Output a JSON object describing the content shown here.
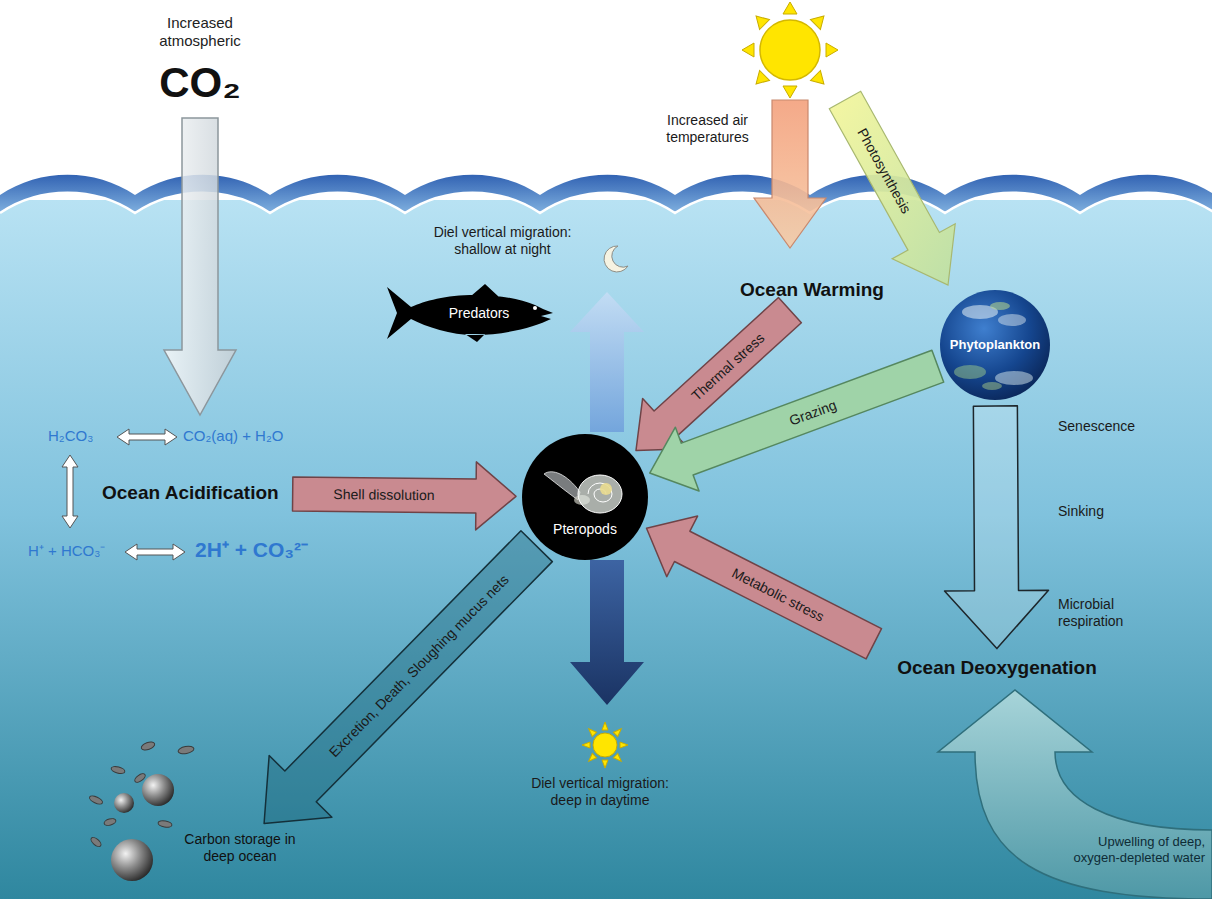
{
  "diagram": {
    "nodes": [
      {
        "text": [
          "Predators"
        ]
      },
      {
        "text": [
          "Ocean Warming"
        ]
      },
      {
        "text": [
          "Phytoplankton"
        ]
      },
      {
        "text": [
          "Ocean Acidification"
        ]
      },
      {
        "text": [
          "Pteropods"
        ]
      },
      {
        "text": [
          "Ocean Deoxygenation"
        ]
      },
      {
        "text": [
          "Carbon storage in deep ocean"
        ]
      }
    ],
    "edges": [
      {
        "from": 1,
        "to": 4,
        "label": "Thermal stress",
        "arrow": "to"
      },
      {
        "from": 2,
        "to": 4,
        "label": "Grazing",
        "arrow": "to"
      },
      {
        "from": 3,
        "to": 4,
        "label": "Shell dissolution",
        "arrow": "to"
      },
      {
        "from": 5,
        "to": 4,
        "label": "Metabolic stress",
        "arrow": "to"
      },
      {
        "from": 4,
        "to": 6,
        "label": "Excretion, Death, Sloughing mucus nets",
        "arrow": "to"
      },
      {
        "from": 2,
        "to": 5,
        "arrow": "to"
      }
    ],
    "labels": [
      "Increased atmospheric",
      "CO₂",
      "H₂CO₃",
      "CO₂(aq) + H₂O",
      "H⁺ + HCO₃⁻",
      "2H⁺ + CO₃²⁻",
      "Diel vertical migration: shallow at night",
      "Increased air temperatures",
      "Photosynthesis",
      "Senescence",
      "Sinking",
      "Microbial respiration",
      "Diel vertical migration: deep in daytime",
      "Upwelling of deep, oxygen-depleted water"
    ]
  }
}
